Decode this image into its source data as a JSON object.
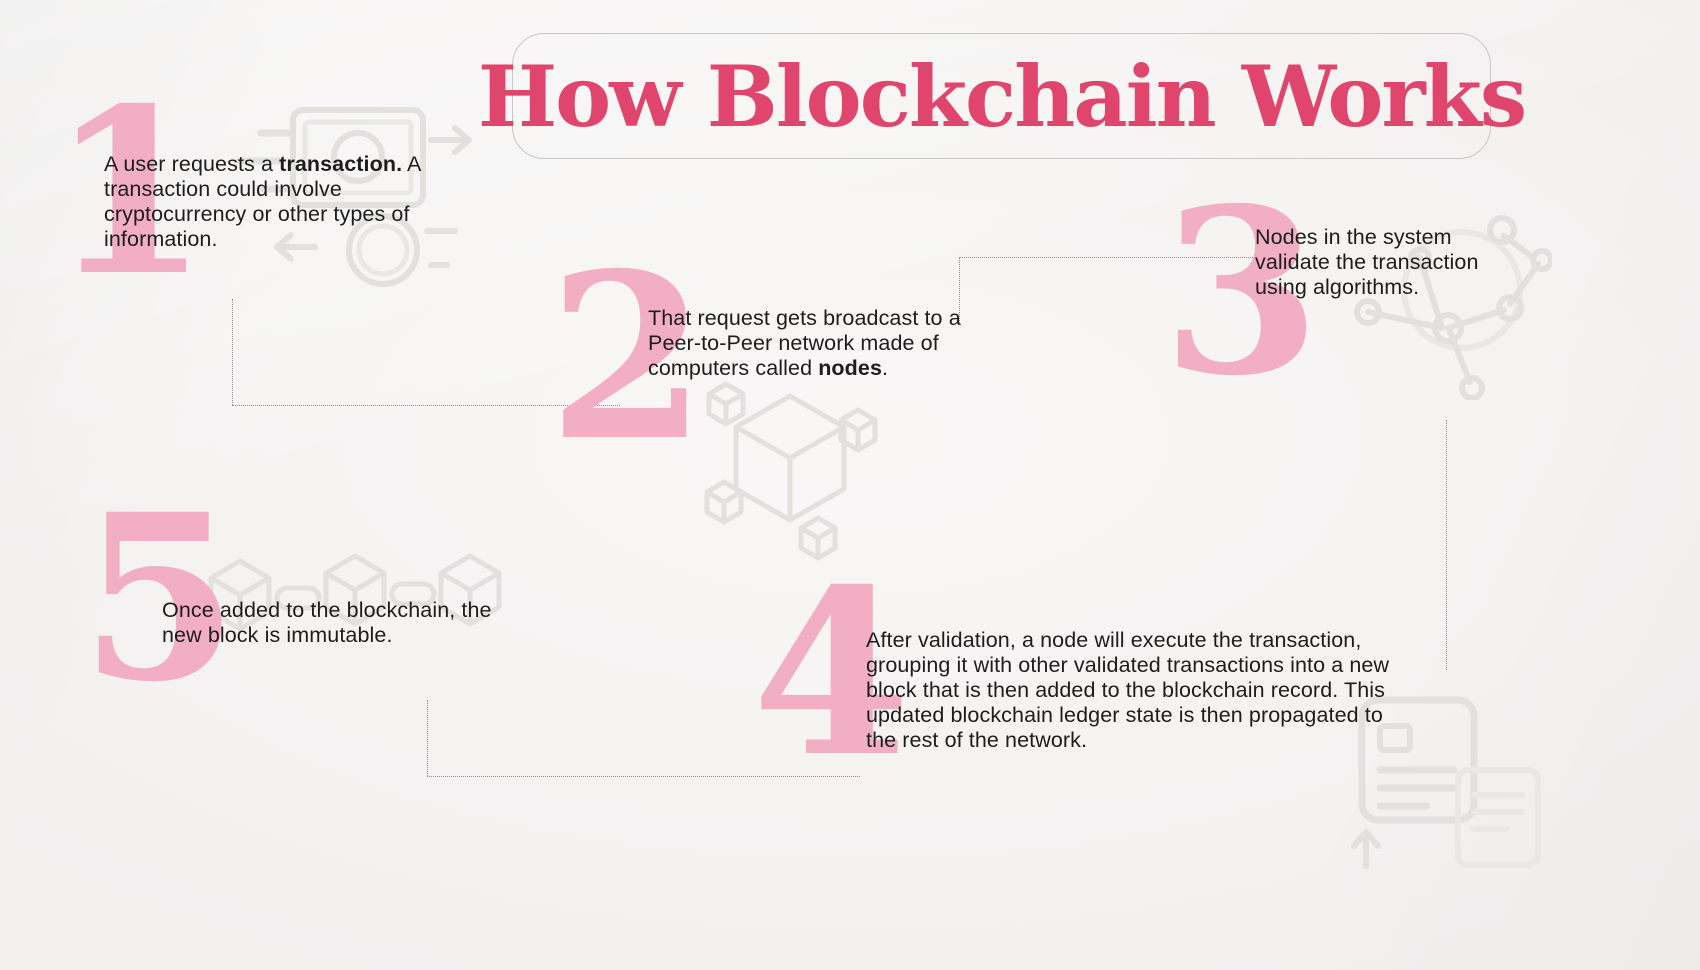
{
  "colors": {
    "bg": "#f5f3f2",
    "accent": "#df456d",
    "numeral": "#f1aec4",
    "text": "#1d1d1d",
    "connector": "#8f8f8f",
    "icon": "#e3e1de",
    "icon_soft": "#eae8e5",
    "box_border": "#c9c7c5"
  },
  "title": {
    "text": "How Blockchain Works"
  },
  "steps": [
    {
      "number": "1",
      "icon": "money-transfer-icon",
      "segments": [
        {
          "text": "A user requests a "
        },
        {
          "text": "transaction.",
          "bold": true
        },
        {
          "text": " A transaction could involve cryptocurrency or other types of information."
        }
      ]
    },
    {
      "number": "2",
      "icon": "cube-cluster-icon",
      "segments": [
        {
          "text": "That request gets broadcast to a Peer-to-Peer network made of computers called "
        },
        {
          "text": "nodes",
          "bold": true
        },
        {
          "text": "."
        }
      ]
    },
    {
      "number": "3",
      "icon": "nodes-graph-icon",
      "segments": [
        {
          "text": "Nodes in the system validate the transaction using algorithms."
        }
      ]
    },
    {
      "number": "4",
      "icon": "ledger-documents-icon",
      "segments": [
        {
          "text": "After validation, a node will execute the transaction, grouping it with other validated transactions into a new block that is then added to the blockchain record. This updated blockchain ledger state is then propagated to the rest of the network."
        }
      ]
    },
    {
      "number": "5",
      "icon": "blockchain-cubes-icon",
      "segments": [
        {
          "text": "Once added to the blockchain, the new block is immutable."
        }
      ]
    }
  ]
}
